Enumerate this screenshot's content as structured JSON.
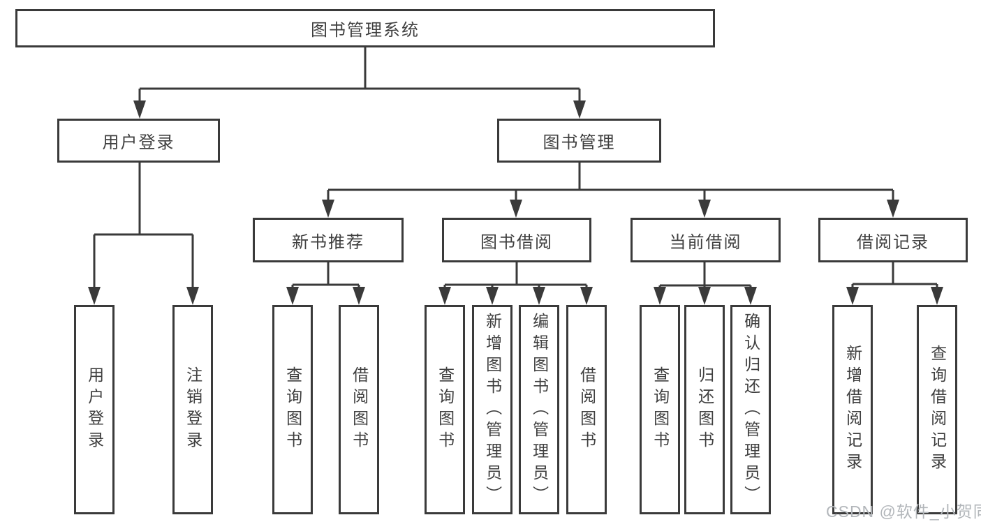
{
  "colors": {
    "line": "#3a3a3a",
    "text": "#3f3f3f",
    "background": "#ffffff",
    "watermark": "#b2b6ba"
  },
  "tree": {
    "root": {
      "label": "图书管理系统"
    },
    "branches": [
      {
        "label": "用户登录",
        "children": [
          {
            "label": "用户登录"
          },
          {
            "label": "注销登录"
          }
        ]
      },
      {
        "label": "图书管理",
        "children": [
          {
            "label": "新书推荐",
            "children": [
              {
                "label": "查询图书"
              },
              {
                "label": "借阅图书"
              }
            ]
          },
          {
            "label": "图书借阅",
            "children": [
              {
                "label": "查询图书"
              },
              {
                "label": "新增图书（管理员）"
              },
              {
                "label": "编辑图书（管理员）"
              },
              {
                "label": "借阅图书"
              }
            ]
          },
          {
            "label": "当前借阅",
            "children": [
              {
                "label": "查询图书"
              },
              {
                "label": "归还图书"
              },
              {
                "label": "确认归还（管理员）"
              }
            ]
          },
          {
            "label": "借阅记录",
            "children": [
              {
                "label": "新增借阅记录"
              },
              {
                "label": "查询借阅记录"
              }
            ]
          }
        ]
      }
    ]
  },
  "watermark": {
    "text": "CSDN @软件_小贺同学"
  }
}
